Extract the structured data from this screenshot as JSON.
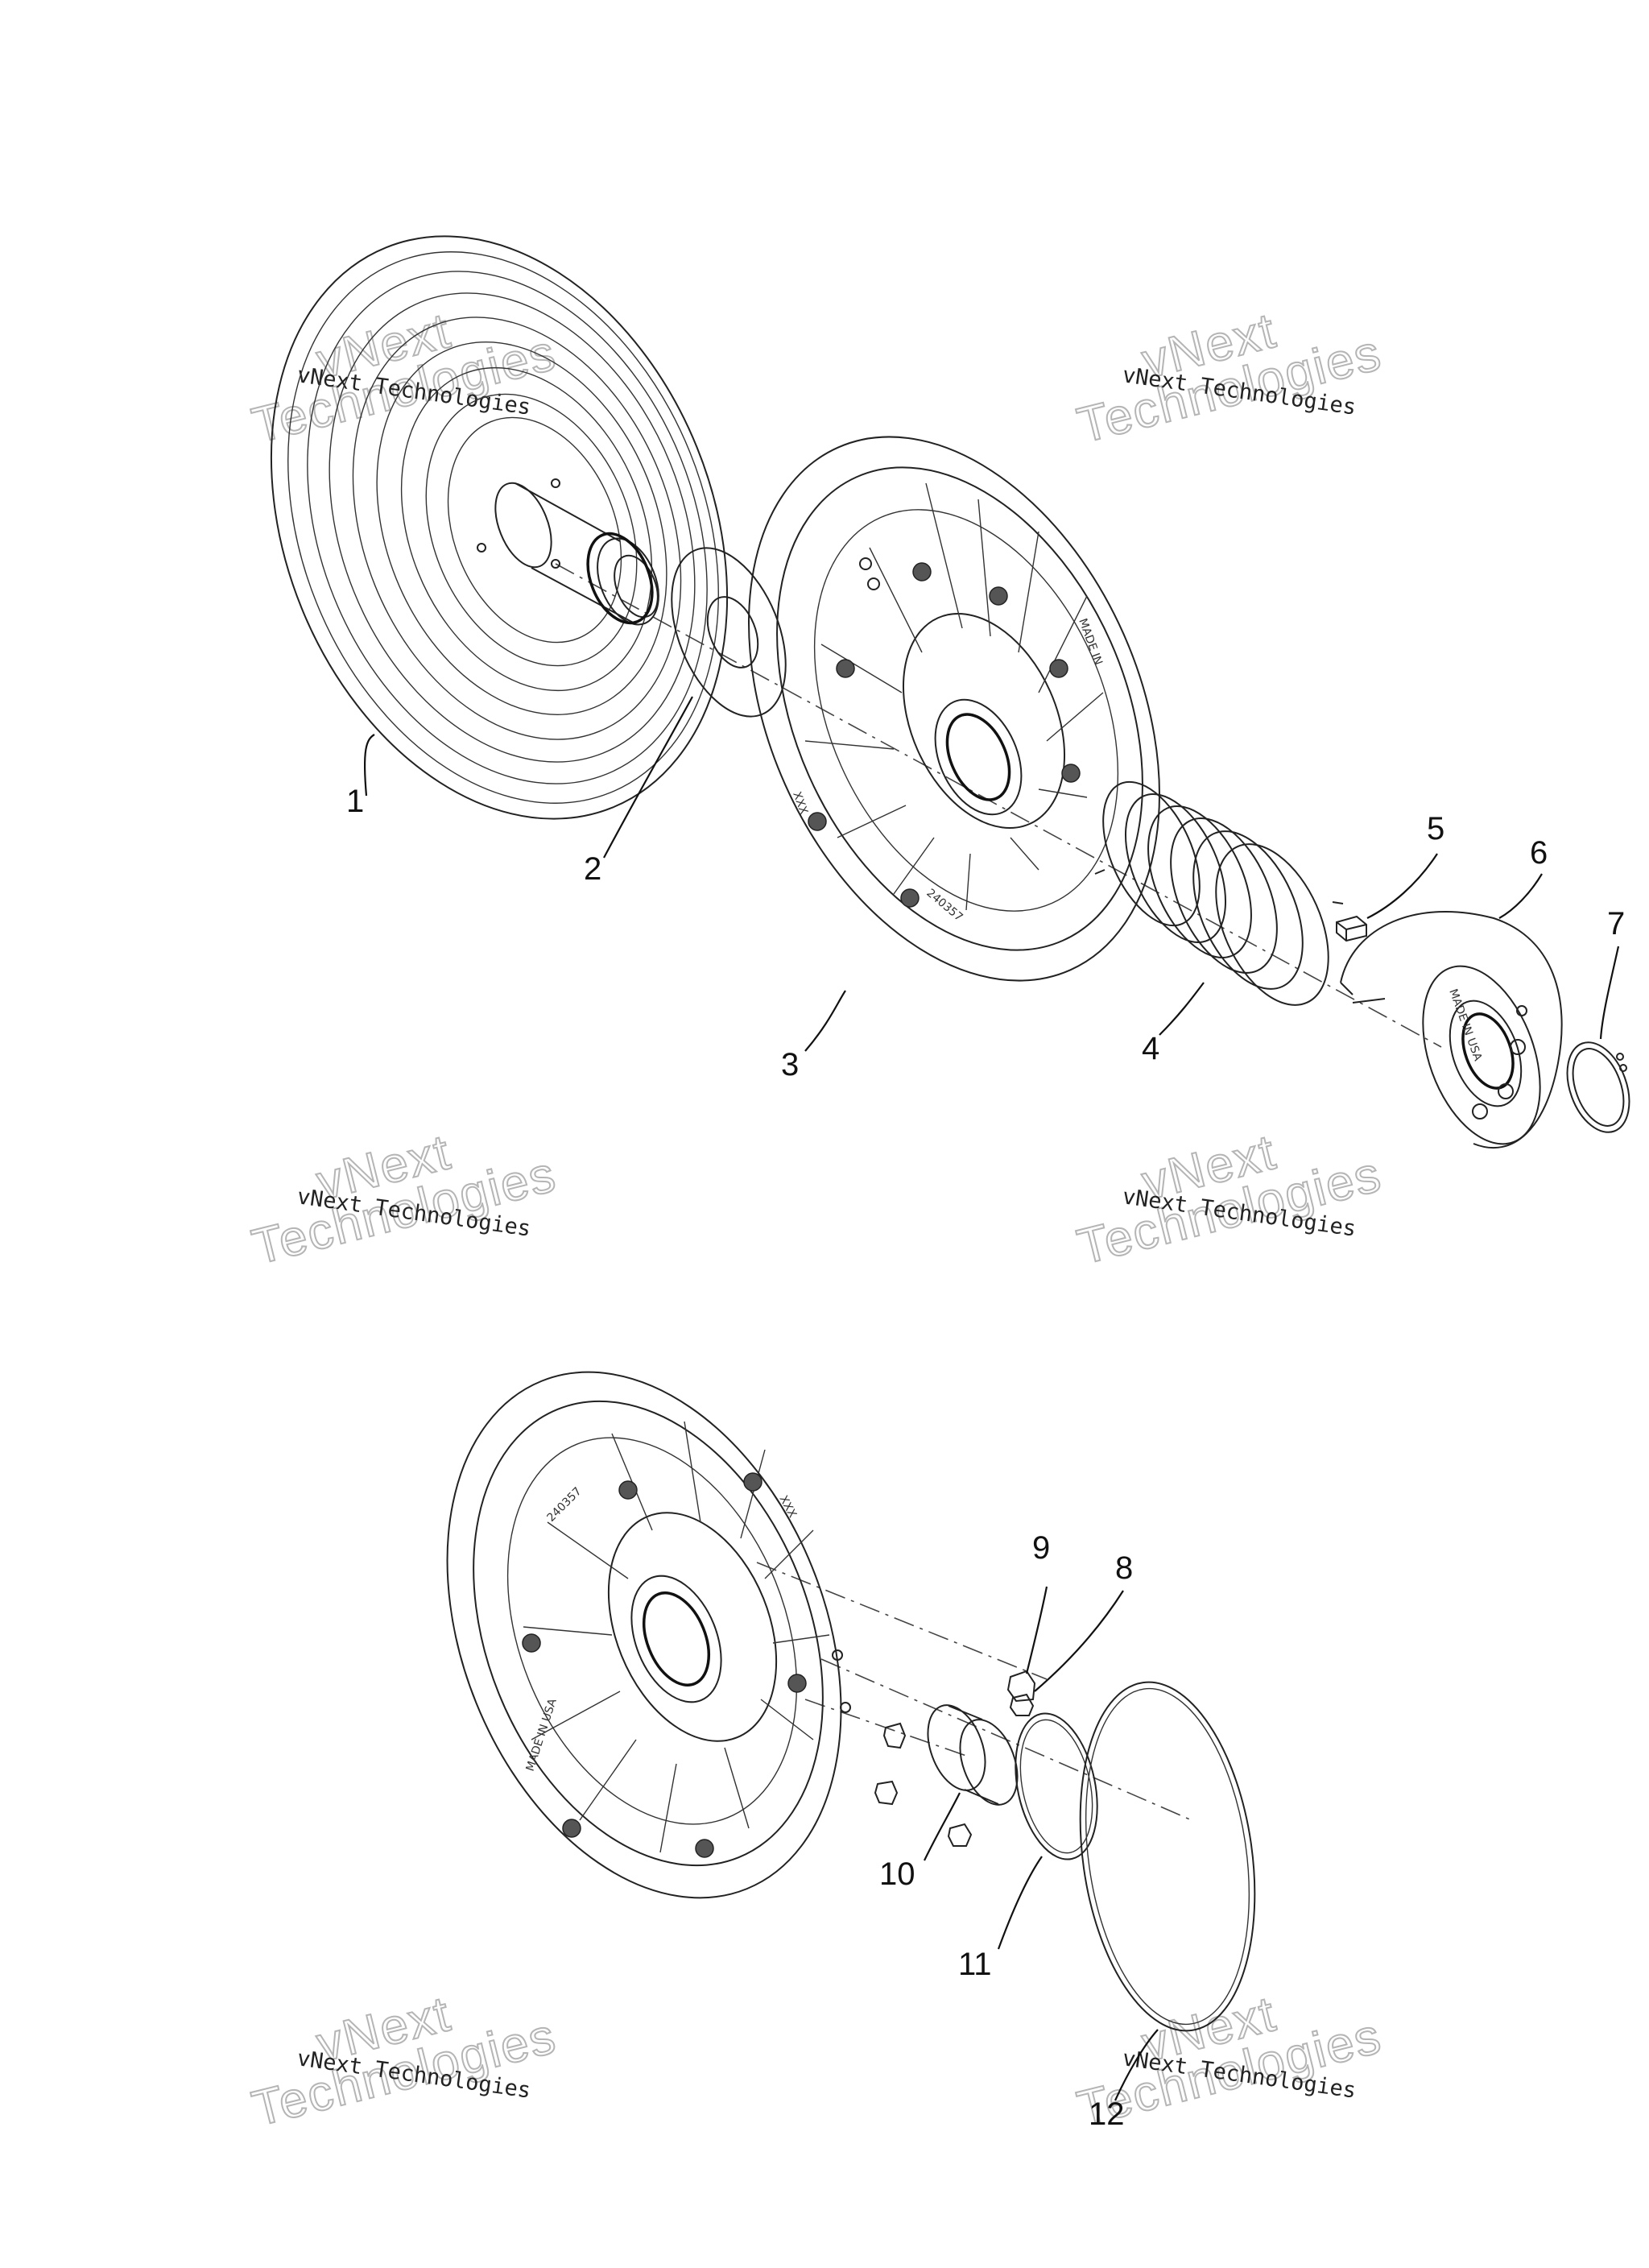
{
  "diagram": {
    "callouts": [
      "1",
      "2",
      "3",
      "4",
      "5",
      "6",
      "7",
      "8",
      "9",
      "10",
      "11",
      "12"
    ],
    "watermark": {
      "line1": "vNext Technologies",
      "line2a": "vNext",
      "line2b": "Technologies"
    },
    "part_markings": {
      "upper_sheave": [
        "XXX",
        "240357",
        "MADE IN"
      ],
      "cover": [
        "MADE IN USA"
      ],
      "lower_sheave": [
        "240357",
        "XXX",
        "MADE IN USA"
      ]
    }
  }
}
